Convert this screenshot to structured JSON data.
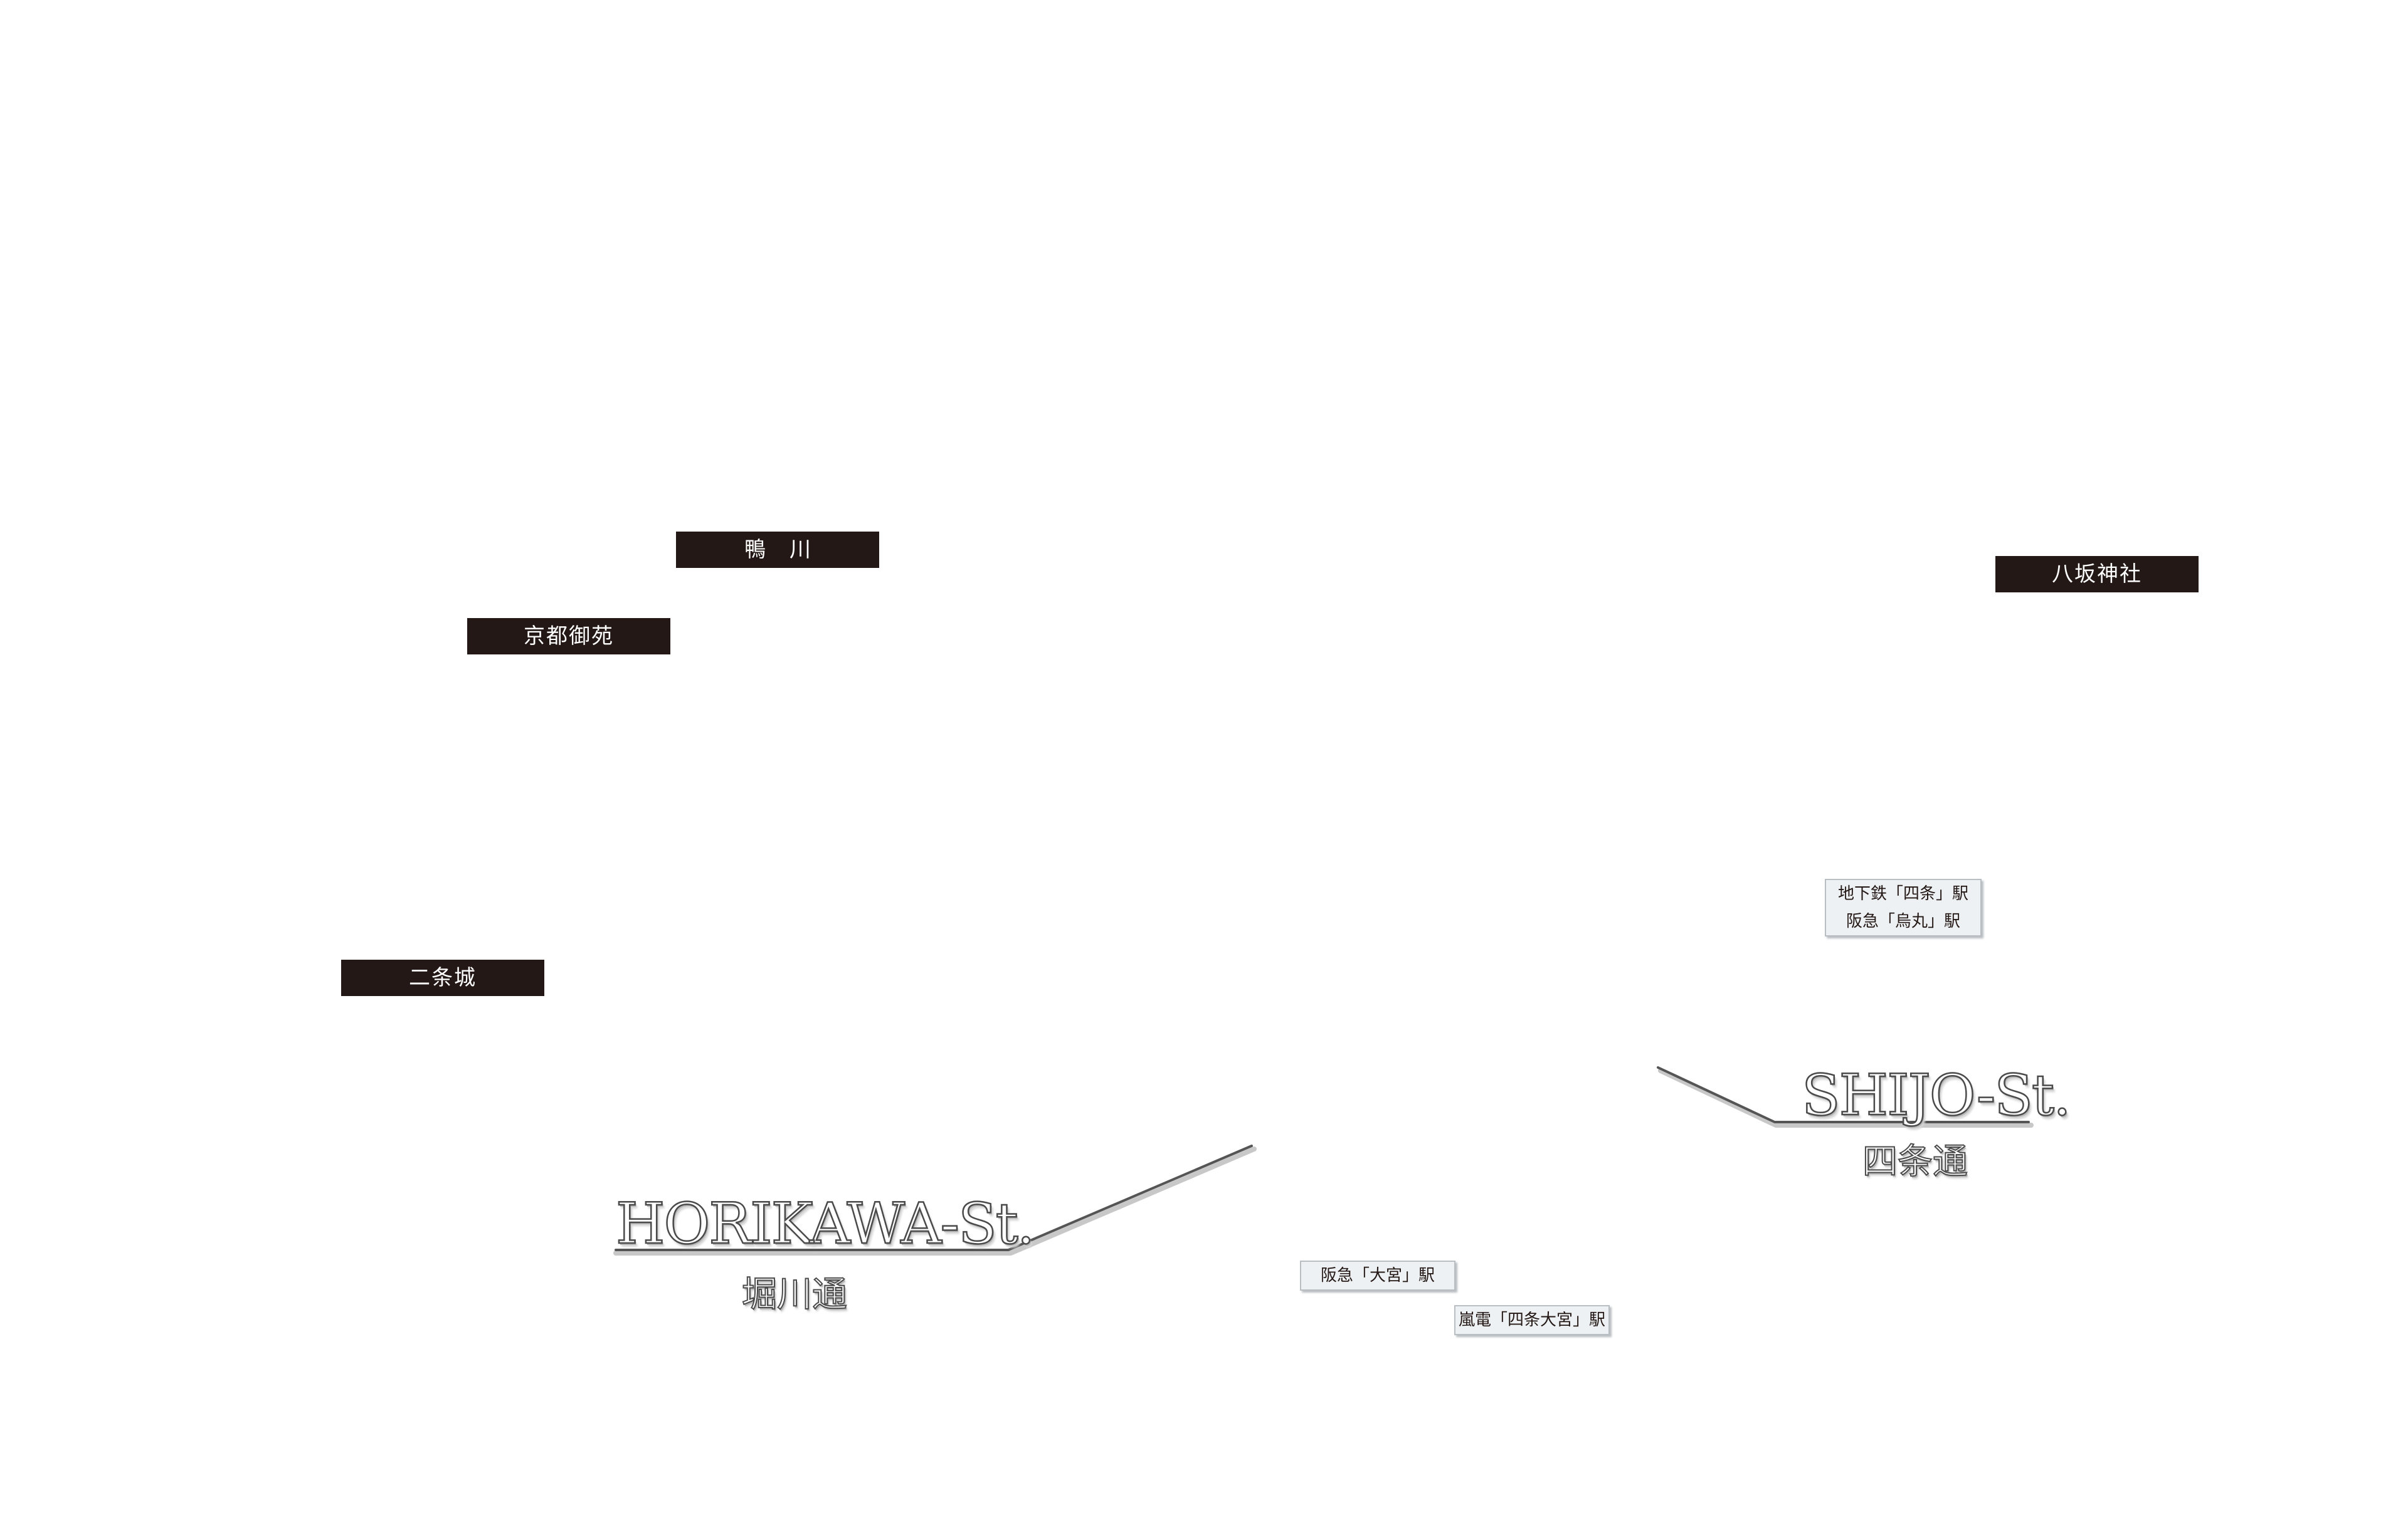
{
  "landmarks": {
    "kamogawa": "鴨川",
    "kyoto_gyoen": "京都御苑",
    "nijojo": "二条城",
    "yasaka_jinja": "八坂神社"
  },
  "stations": {
    "hankyu_omiya": "阪急「大宮」駅",
    "randen_shijo_omiya": "嵐電「四条大宮」駅",
    "subway_shijo": "地下鉄「四条」駅",
    "hankyu_karasuma": "阪急「烏丸」駅"
  },
  "streets": {
    "horikawa": {
      "en": "HORIKAWA-St.",
      "jp": "堀川通"
    },
    "shijo": {
      "en": "SHIJO-St.",
      "jp": "四条通"
    }
  },
  "colors": {
    "landmark_bg": "#231815",
    "station_bg": "#eef1f3",
    "street_outline": "#4a4a4a"
  }
}
